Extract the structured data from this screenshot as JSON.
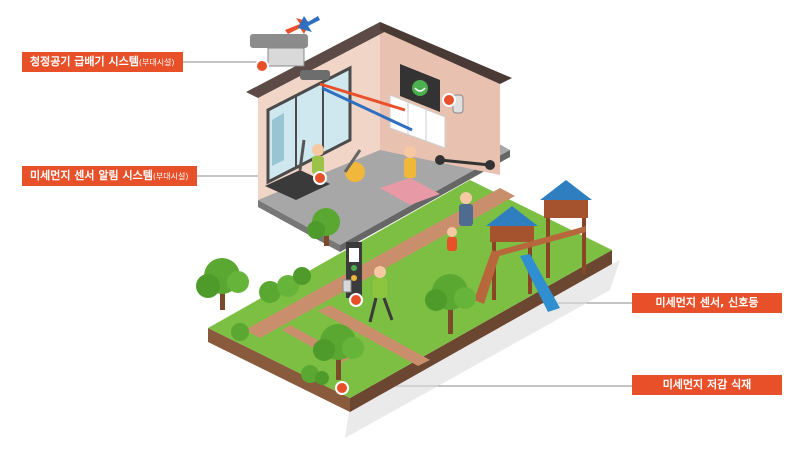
{
  "labels": {
    "air_system": {
      "main": "청정공기 급배기 시스템",
      "sub": "(부대시설)"
    },
    "dust_alarm": {
      "main": "미세먼지 센서 알림 시스템",
      "sub": "(부대시설)"
    },
    "sensor_light": "미세먼지 센서, 신호등",
    "planting": "미세먼지 저감 식재"
  },
  "colors": {
    "label_bg": "#e8502a",
    "leader_line": "#888888",
    "grass": "#7dbf43",
    "path": "#c98f6c",
    "wall": "#e9c1b0",
    "floor": "#9a9a9a",
    "tree": "#5aa832",
    "slide": "#2f8fd0",
    "roof": "#2f7fc0"
  },
  "icons": [
    "air-duct-icon",
    "arrow-in-icon",
    "arrow-out-icon",
    "monitor-icon",
    "wall-sensor-icon",
    "sensor-pole-icon",
    "tree-icon",
    "playground-icon",
    "person-icon",
    "treadmill-icon",
    "bike-icon"
  ]
}
